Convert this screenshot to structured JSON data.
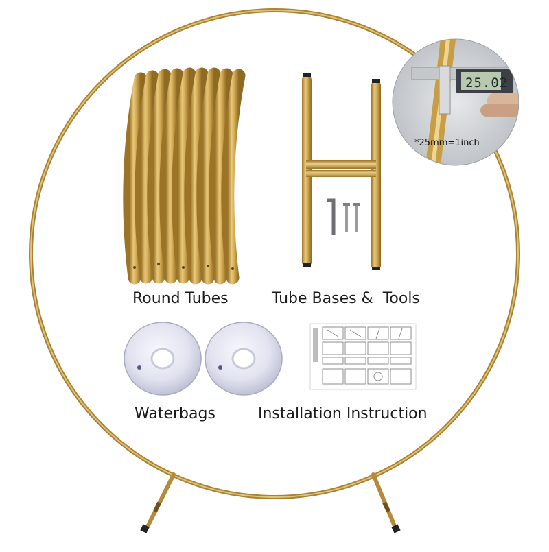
{
  "labels": {
    "round_tubes": "Round Tubes",
    "tube_bases": "Tube Bases &  Tools",
    "waterbags": "Waterbags",
    "instruction": "Installation Instruction"
  },
  "inset": {
    "scale_note": "*25mm=1inch",
    "caliper_reading": "25.02"
  },
  "colors": {
    "gold": "#cfa64e",
    "gold_dark": "#a97f2e",
    "gold_light": "#ecd08a",
    "waterbag": "#e7e7f3",
    "waterbag_shadow": "#b9bace",
    "background": "#ffffff"
  }
}
